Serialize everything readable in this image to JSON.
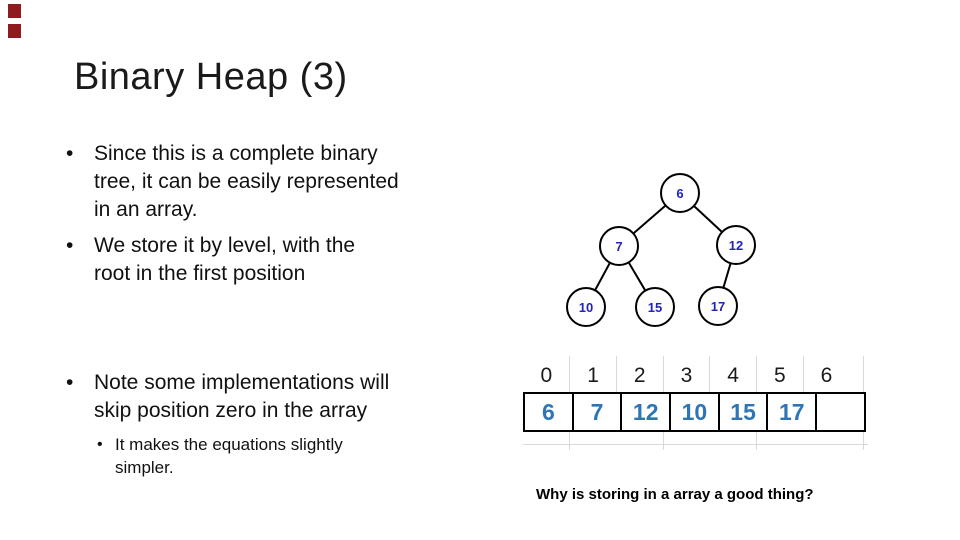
{
  "slide": {
    "title": "Binary Heap (3)",
    "bullets": [
      {
        "level": 1,
        "marker": "•",
        "lines": [
          "Since this is a complete binary",
          "tree, it can be easily represented",
          "in an array."
        ]
      },
      {
        "level": 1,
        "marker": "•",
        "lines": [
          "We store it by level, with the",
          "root in the first position"
        ]
      },
      {
        "level": 1,
        "marker": "•",
        "lines": [
          "Note some implementations will",
          "skip position zero in the array"
        ]
      },
      {
        "level": 2,
        "marker": "•",
        "lines": [
          "It makes the equations slightly",
          "simpler."
        ]
      }
    ],
    "footer_question": "Why is storing in a array a good thing?",
    "accent_color": "#8e1b1d"
  },
  "tree": {
    "type": "binary-tree",
    "node_label_color": "#2323bb",
    "nodes": [
      {
        "label": "6"
      },
      {
        "label": "7"
      },
      {
        "label": "12"
      },
      {
        "label": "10"
      },
      {
        "label": "15"
      },
      {
        "label": "17"
      }
    ],
    "edges": [
      [
        0,
        1
      ],
      [
        0,
        2
      ],
      [
        1,
        3
      ],
      [
        1,
        4
      ],
      [
        2,
        5
      ]
    ]
  },
  "array_diagram": {
    "value_color": "#2e75b6",
    "indices": [
      "0",
      "1",
      "2",
      "3",
      "4",
      "5",
      "6"
    ],
    "values": [
      "6",
      "7",
      "12",
      "10",
      "15",
      "17",
      ""
    ]
  }
}
